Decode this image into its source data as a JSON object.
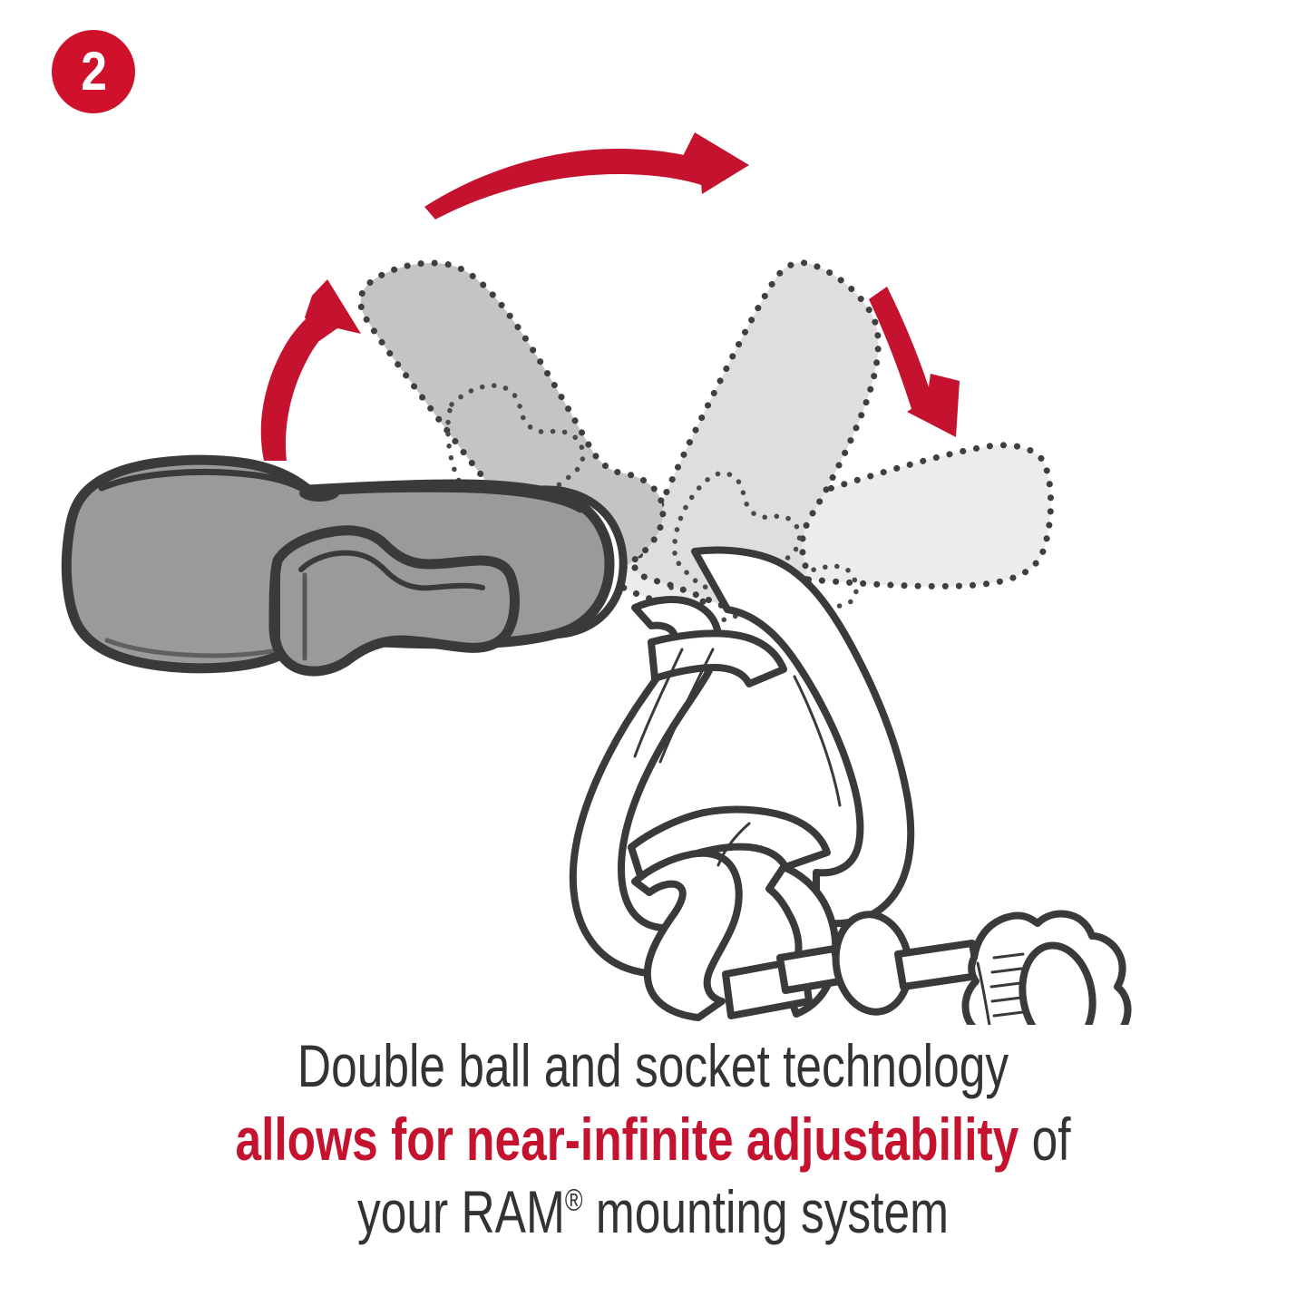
{
  "badge": {
    "number": "2",
    "bg_color": "#d0112b",
    "text_color": "#ffffff",
    "name": "step-number-badge"
  },
  "caption": {
    "line1": "Double ball and socket technology",
    "line2_emphasis": "allows for near-infinite adjustability",
    "line2_tail": " of",
    "line3_before": "your RAM",
    "line3_mark": "®",
    "line3_after": " mounting system",
    "text_color": "#333333",
    "emphasis_color": "#c4122f"
  },
  "illustration": {
    "title": "RAM double ball and socket mount with clamp base",
    "description": "A double socket arm shown in its solid position with three dotted ghost outlines indicating rotated positions, three red motion arrows, and a line-art clamp base with a knurled tightening knob.",
    "parts": [
      {
        "name": "double-socket-arm",
        "label": "Double socket arm",
        "fill": "#9a9a9a",
        "stroke": "#3a3a3a",
        "state": "solid"
      },
      {
        "name": "arm-tightening-knob",
        "label": "Arm tightening knob",
        "fill": "#9a9a9a",
        "stroke": "#3a3a3a",
        "state": "solid"
      },
      {
        "name": "ghost-arm-upper-left",
        "label": "Arm ghost position 1",
        "fill": "#c4c4c4",
        "stroke": "#3f3f3f",
        "state": "dotted-ghost"
      },
      {
        "name": "ghost-arm-upper-right",
        "label": "Arm ghost position 2",
        "fill": "#dedede",
        "stroke": "#3f3f3f",
        "state": "dotted-ghost"
      },
      {
        "name": "ghost-arm-right",
        "label": "Arm ghost position 3",
        "fill": "#ececec",
        "stroke": "#3f3f3f",
        "state": "dotted-ghost"
      },
      {
        "name": "clamp-base",
        "label": "Clamp base",
        "fill": "#ffffff",
        "stroke": "#3a3a3a",
        "state": "line-art"
      },
      {
        "name": "clamp-knurled-knob",
        "label": "Clamp knurled knob",
        "fill": "#ffffff",
        "stroke": "#3a3a3a",
        "state": "line-art"
      },
      {
        "name": "clamp-bolt-shaft",
        "label": "Clamp bolt shaft",
        "fill": "#ffffff",
        "stroke": "#3a3a3a",
        "state": "line-art"
      }
    ],
    "arrows": [
      {
        "name": "rotation-arrow-left",
        "direction": "up-right",
        "color": "#c4122f"
      },
      {
        "name": "rotation-arrow-top",
        "direction": "left-to-right-arc",
        "color": "#c4122f"
      },
      {
        "name": "rotation-arrow-right",
        "direction": "down-right",
        "color": "#c4122f"
      }
    ],
    "colors": {
      "arrow_red": "#c4122f",
      "solid_gray_fill": "#9a9a9a",
      "outline_dark": "#3a3a3a",
      "ghost_gray_1": "#c4c4c4",
      "ghost_gray_2": "#dedede",
      "ghost_gray_3": "#ececec",
      "background": "#ffffff"
    }
  }
}
